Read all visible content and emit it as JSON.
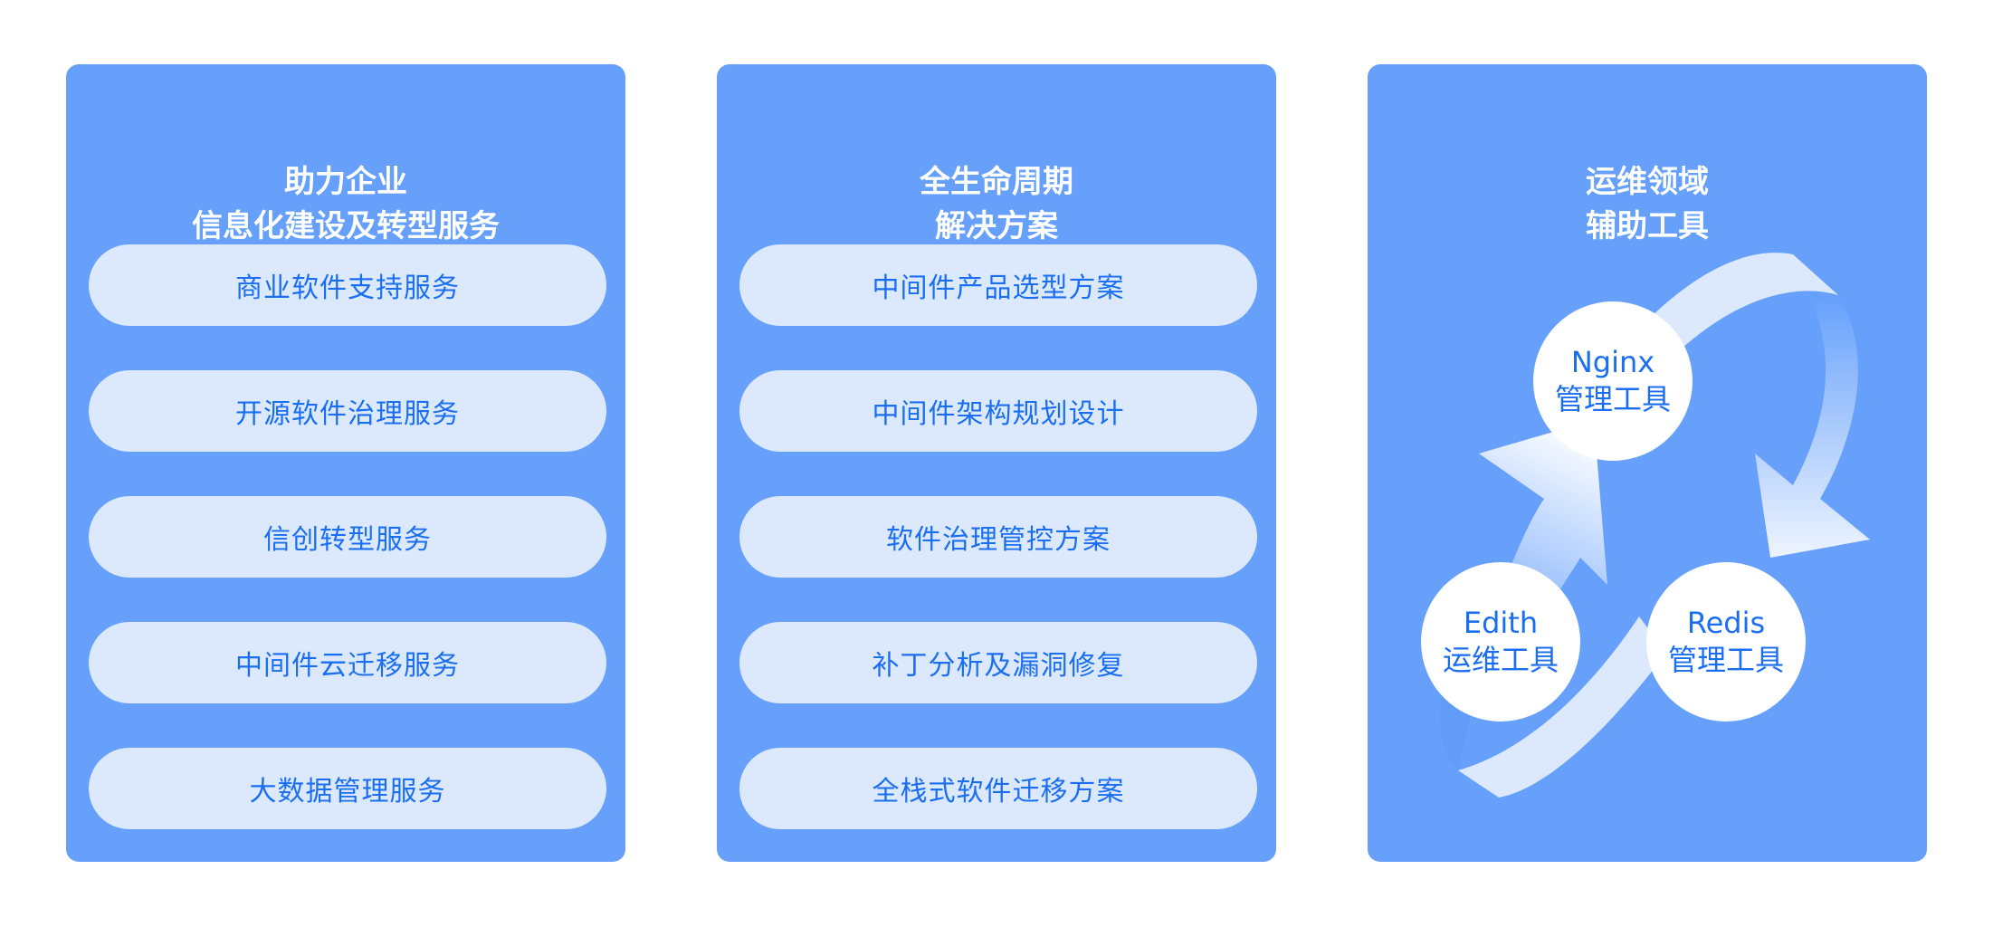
{
  "colors": {
    "card_bg": "#66a0fb",
    "pill_bg": "#dce9fd",
    "pill_text": "#1a6ef2",
    "title_text": "#ffffff"
  },
  "cards": [
    {
      "title_lines": [
        "助力企业",
        "信息化建设及转型服务"
      ],
      "items": [
        "商业软件支持服务",
        "开源软件治理服务",
        "信创转型服务",
        "中间件云迁移服务",
        "大数据管理服务"
      ]
    },
    {
      "title_lines": [
        "全生命周期",
        "解决方案"
      ],
      "items": [
        "中间件产品选型方案",
        "中间件架构规划设计",
        "软件治理管控方案",
        "补丁分析及漏洞修复",
        "全栈式软件迁移方案"
      ]
    },
    {
      "title_lines": [
        "运维领域",
        "辅助工具"
      ],
      "tools": [
        {
          "name": "Nginx",
          "label": "管理工具"
        },
        {
          "name": "Edith",
          "label": "运维工具"
        },
        {
          "name": "Redis",
          "label": "管理工具"
        }
      ],
      "icon": "cycle-arrows-icon"
    }
  ]
}
